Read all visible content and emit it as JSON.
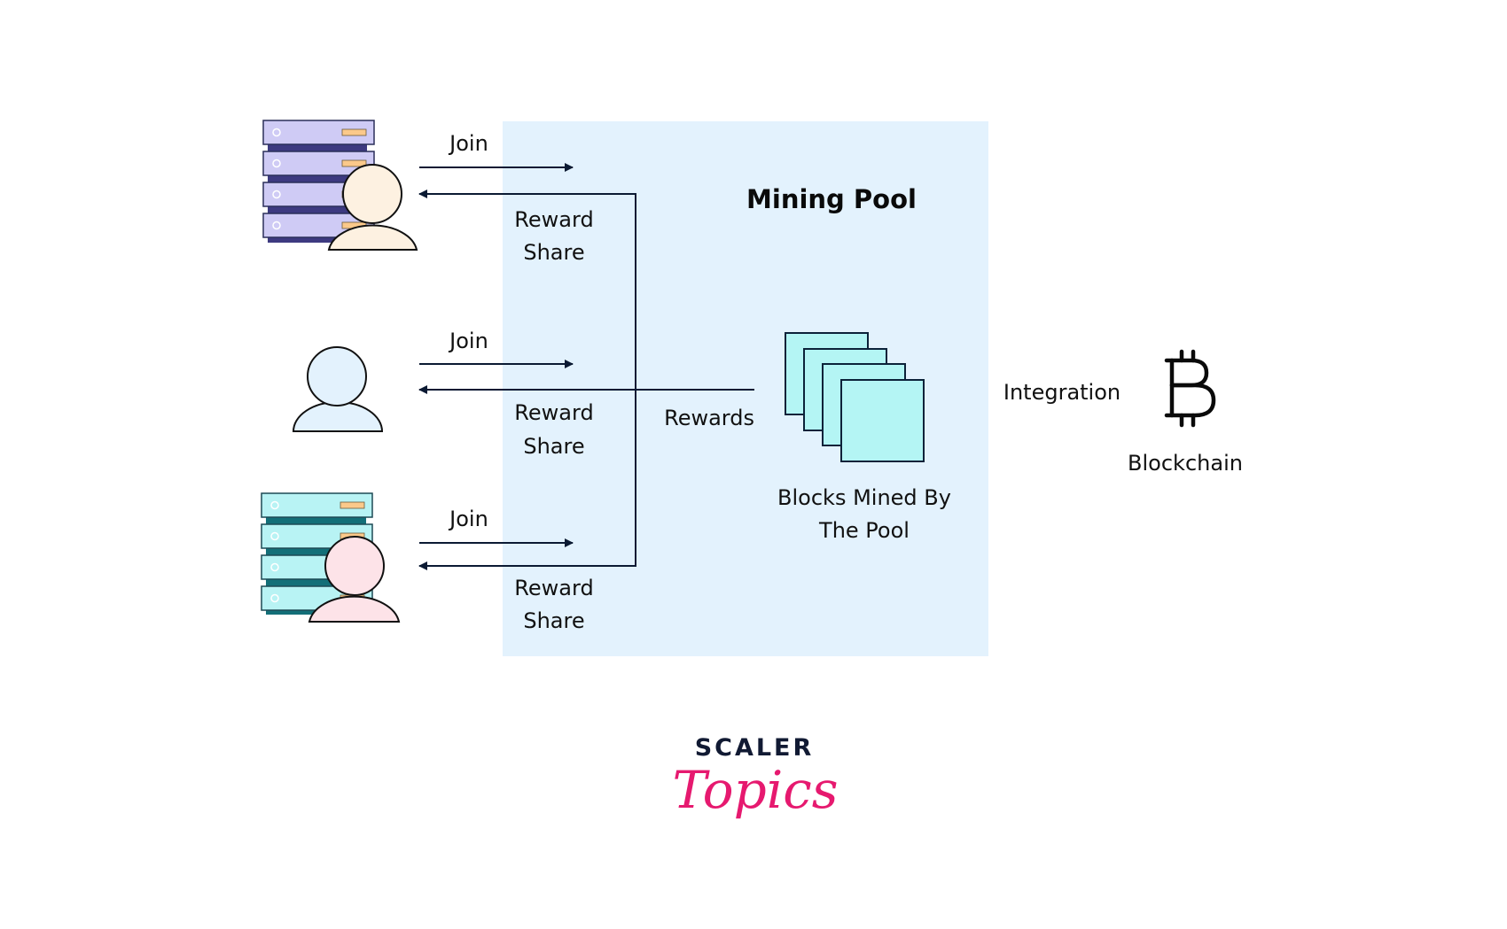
{
  "diagram": {
    "title": "Mining Pool",
    "colors": {
      "pool_background": "#e3f2fd",
      "line": "#0b1a33",
      "block_fill": "#b4f5f4",
      "server_purple": "#cfcbf5",
      "server_purple_base": "#3d3a80",
      "server_teal": "#b8f3f4",
      "server_teal_base": "#136f78",
      "indicator": "#fbc98a",
      "person_top_fill": "#fdf1e1",
      "person_middle_fill": "#e3f2fd",
      "person_bottom_fill": "#fde3e8",
      "logo_dark": "#111a33",
      "logo_pink": "#e6196f"
    },
    "participants": [
      {
        "name": "miner-with-server-purple",
        "icon": "server-user-icon",
        "join_label": "Join",
        "reward_label_line1": "Reward",
        "reward_label_line2": "Share"
      },
      {
        "name": "individual-miner",
        "icon": "user-icon",
        "join_label": "Join",
        "reward_label_line1": "Reward",
        "reward_label_line2": "Share"
      },
      {
        "name": "miner-with-server-teal",
        "icon": "server-user-icon",
        "join_label": "Join",
        "reward_label_line1": "Reward",
        "reward_label_line2": "Share"
      }
    ],
    "rewards_label": "Rewards",
    "blocks": {
      "icon": "stacked-blocks-icon",
      "count": 4,
      "label_line1": "Blocks Mined By",
      "label_line2": "The Pool"
    },
    "integration_label": "Integration",
    "blockchain": {
      "icon": "bitcoin-icon",
      "label": "Blockchain"
    }
  },
  "logo": {
    "line1": "SCALER",
    "line2": "Topics"
  }
}
